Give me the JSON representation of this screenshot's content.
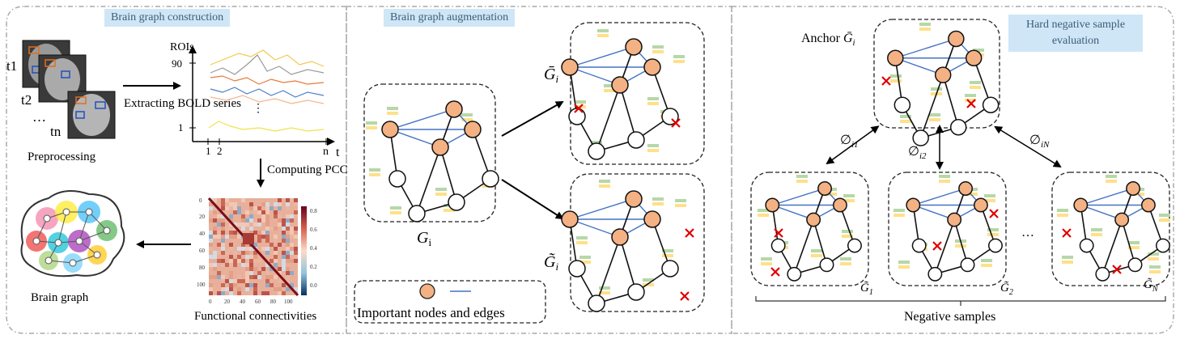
{
  "panels": {
    "construction": {
      "title": "Brain graph construction"
    },
    "augmentation": {
      "title": "Brain graph augmentation"
    },
    "evaluation": {
      "title": "Hard negative sample evaluation"
    }
  },
  "construction": {
    "time_labels": [
      "t1",
      "t2",
      "…",
      "tn"
    ],
    "preprocessing": "Preprocessing",
    "extracting": "Extracting BOLD series",
    "rois_label": "ROIs",
    "y_ticks": [
      "90",
      "1"
    ],
    "x_ticks": [
      "1",
      "2",
      "n"
    ],
    "x_axis": "t",
    "computing": "Computing PCC",
    "matrix_x_ticks": [
      "0",
      "20",
      "40",
      "60",
      "80",
      "100"
    ],
    "matrix_y_ticks": [
      "0",
      "20",
      "40",
      "60",
      "80",
      "100"
    ],
    "colorbar_ticks": [
      "0.8",
      "0.6",
      "0.4",
      "0.2",
      "0.0"
    ],
    "functional": "Functional connectivities",
    "brain_graph": "Brain graph"
  },
  "augmentation": {
    "graph_g": "G",
    "graph_g_sub": "i",
    "aug1": "Ḡ",
    "aug2": "G̃",
    "legend": "Important nodes and edges"
  },
  "evaluation": {
    "anchor": "Anchor",
    "phi1": "∅",
    "phi1_sub": "i1",
    "phi2": "∅",
    "phi2_sub": "i2",
    "phiN": "∅",
    "phiN_sub": "iN",
    "neg1_sub": "1",
    "neg2_sub": "2",
    "negN_sub": "N",
    "ellipsis": "…",
    "negatives": "Negative samples"
  },
  "colors": {
    "important_node": "#f4b183",
    "edge_important": "#4472c4",
    "title_bg": "#cfe6f6",
    "removed_mark": "#e00000"
  }
}
